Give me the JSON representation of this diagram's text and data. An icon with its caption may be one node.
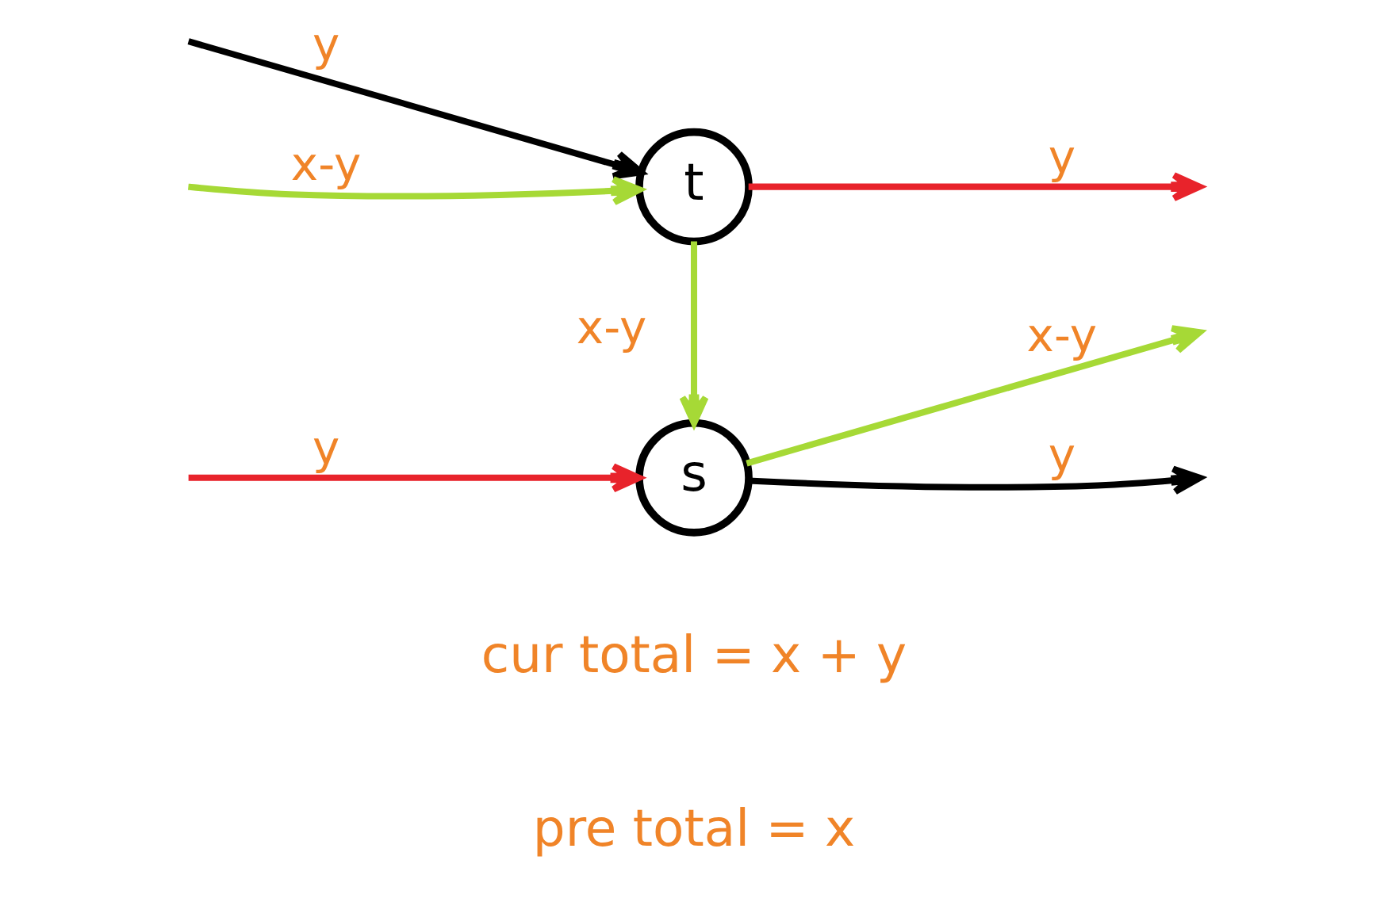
{
  "diagram": {
    "nodes": [
      {
        "text": [
          "t"
        ]
      },
      {
        "text": [
          "s"
        ]
      }
    ],
    "edges": [
      {
        "from": null,
        "to": 0,
        "arrow": "to",
        "label": "y",
        "color": "#000000"
      },
      {
        "from": null,
        "to": 0,
        "arrow": "to",
        "label": "x-y"
      },
      {
        "from": 0,
        "to": null,
        "arrow": "to",
        "label": "y",
        "color": "#e8232b"
      },
      {
        "from": 0,
        "to": 1,
        "arrow": "to",
        "label": "x-y"
      },
      {
        "from": 1,
        "to": null,
        "arrow": "to",
        "label": "x-y"
      },
      {
        "from": 1,
        "to": null,
        "arrow": "to",
        "label": "y",
        "color": "#000000"
      },
      {
        "from": null,
        "to": 1,
        "arrow": "to",
        "label": "y",
        "color": "#e8232b"
      }
    ],
    "labels": [
      "cur total = x + y",
      "pre total = x"
    ]
  }
}
